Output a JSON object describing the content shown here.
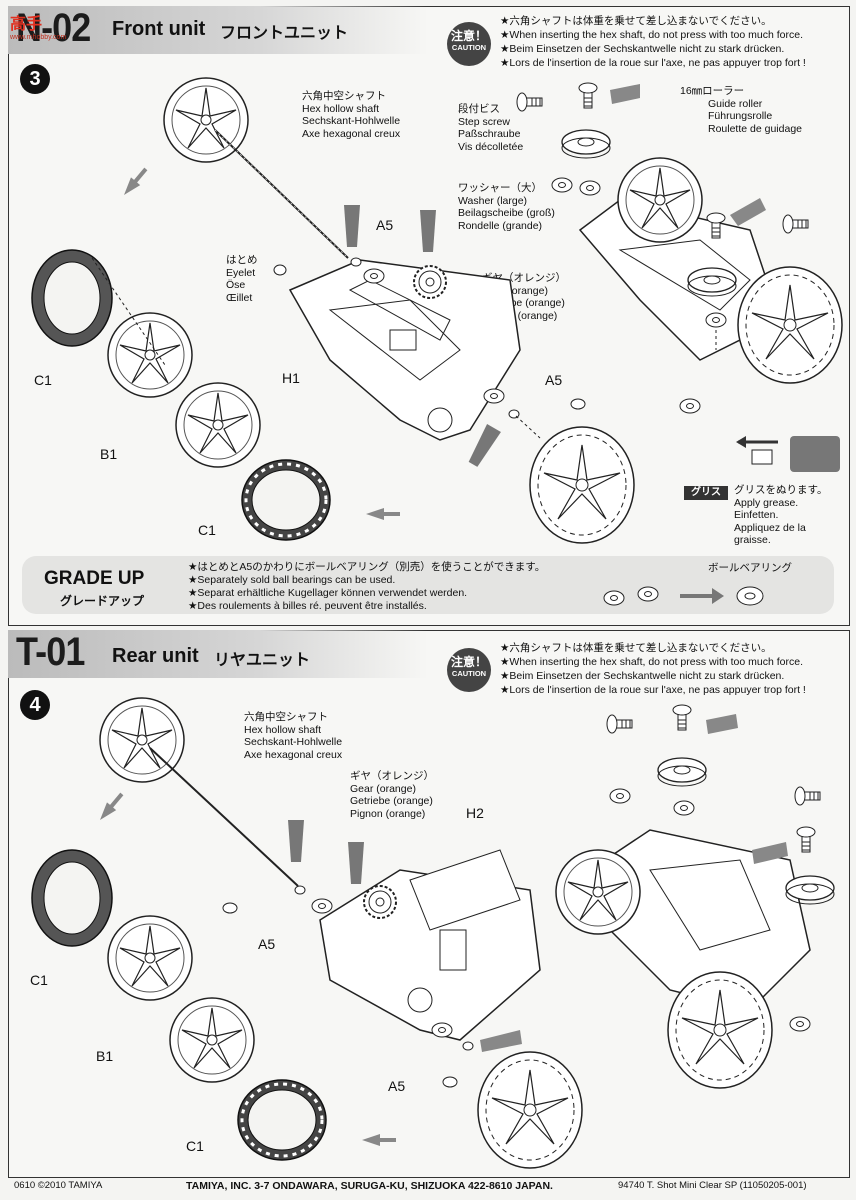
{
  "watermark": {
    "text": "www.mhobby.com",
    "chars": "高手"
  },
  "front": {
    "code": "N-02",
    "title_en": "Front unit",
    "title_jp": "フロントユニット",
    "step": "3",
    "caution": {
      "jp": "注意！",
      "en": "CAUTION",
      "lines": [
        "★六角シャフトは体重を乗せて差し込まないでください。",
        "★When inserting the hex shaft, do not press with too much force.",
        "★Beim Einsetzen der Sechskantwelle nicht zu stark drücken.",
        "★Lors de l'insertion de la roue sur l'axe, ne pas appuyer trop fort !"
      ]
    },
    "hex_shaft": [
      "六角中空シャフト",
      "Hex hollow shaft",
      "Sechskant-Hohlwelle",
      "Axe hexagonal creux"
    ],
    "step_screw": [
      "段付ビス",
      "Step screw",
      "Paßschraube",
      "Vis décolletée"
    ],
    "guide_roller": [
      "16㎜ローラー",
      "Guide roller",
      "Führungsrolle",
      "Roulette de guidage"
    ],
    "washer": [
      "ワッシャー（大）",
      "Washer (large)",
      "Beilagscheibe (groß)",
      "Rondelle (grande)"
    ],
    "eyelet": [
      "はとめ",
      "Eyelet",
      "Öse",
      "Œillet"
    ],
    "gear": [
      "ギヤ（オレンジ）",
      "Gear (orange)",
      "Getriebe (orange)",
      "Pignon (orange)"
    ],
    "grease": [
      "グリスをぬります。",
      "Apply grease.",
      "Einfetten.",
      "Appliquez de la",
      "graisse."
    ],
    "grease_tag": "グリス",
    "parts": {
      "a5_top": "A5",
      "a5_right": "A5",
      "h1": "H1",
      "c1_left": "C1",
      "b1": "B1",
      "c1_bottom": "C1"
    }
  },
  "grade_up": {
    "title": "GRADE UP",
    "subtitle": "グレードアップ",
    "lines": [
      "★はとめとA5のかわりにボールベアリング（別売）を使うことができます。",
      "★Separately sold ball bearings can be used.",
      "★Separat erhältliche Kugellager können verwendet werden.",
      "★Des roulements à billes ré. peuvent être installés."
    ],
    "ball_bearing": "ボールベアリング"
  },
  "rear": {
    "code": "T-01",
    "title_en": "Rear unit",
    "title_jp": "リヤユニット",
    "step": "4",
    "caution": {
      "jp": "注意！",
      "en": "CAUTION",
      "lines": [
        "★六角シャフトは体重を乗せて差し込まないでください。",
        "★When inserting the hex shaft, do not press with too much force.",
        "★Beim Einsetzen der Sechskantwelle nicht zu stark drücken.",
        "★Lors de l'insertion de la roue sur l'axe, ne pas appuyer trop fort !"
      ]
    },
    "hex_shaft": [
      "六角中空シャフト",
      "Hex hollow shaft",
      "Sechskant-Hohlwelle",
      "Axe hexagonal creux"
    ],
    "gear": [
      "ギヤ（オレンジ）",
      "Gear (orange)",
      "Getriebe (orange)",
      "Pignon (orange)"
    ],
    "parts": {
      "h2": "H2",
      "a5_left": "A5",
      "a5_bottom": "A5",
      "c1_left": "C1",
      "b1": "B1",
      "c1_bottom": "C1"
    }
  },
  "footer": {
    "left": "0610 ©2010 TAMIYA",
    "center": "TAMIYA, INC.  3-7 ONDAWARA, SURUGA-KU, SHIZUOKA 422-8610 JAPAN.",
    "right": "94740  T. Shot Mini Clear SP (11050205-001)"
  }
}
